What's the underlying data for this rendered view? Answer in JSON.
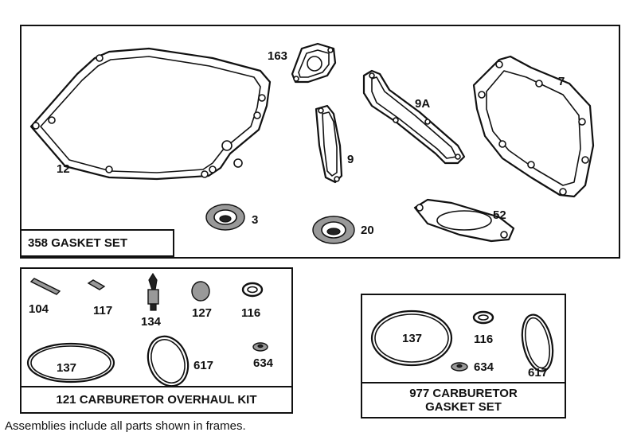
{
  "frames": {
    "gasket_set": {
      "title": "358 GASKET SET",
      "parts": {
        "p12": "12",
        "p163": "163",
        "p9": "9",
        "p9A": "9A",
        "p7": "7",
        "p3": "3",
        "p20": "20",
        "p52": "52"
      }
    },
    "carb_overhaul": {
      "title": "121 CARBURETOR OVERHAUL KIT",
      "parts": {
        "p104": "104",
        "p117": "117",
        "p134": "134",
        "p127": "127",
        "p116": "116",
        "p137": "137",
        "p617": "617",
        "p634": "634"
      }
    },
    "carb_gasket": {
      "title_line1": "977 CARBURETOR",
      "title_line2": "GASKET SET",
      "parts": {
        "p137": "137",
        "p116": "116",
        "p634": "634",
        "p617": "617"
      }
    }
  },
  "footnote": "Assemblies include all parts shown in frames."
}
